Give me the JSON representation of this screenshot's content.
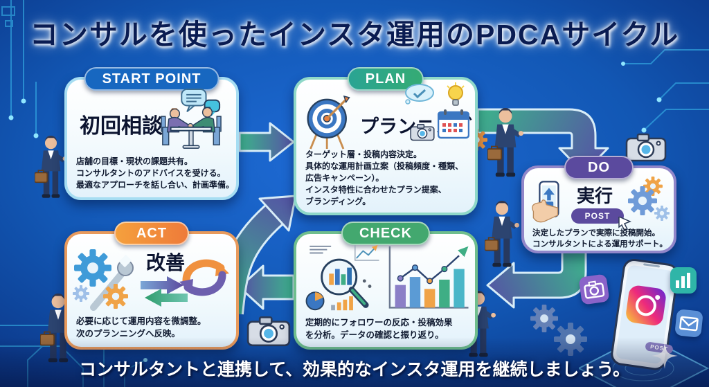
{
  "title": "コンサルを使ったインスタ運用のPDCAサイクル",
  "footer": "コンサルタントと連携して、効果的なインスタ運用を継続しましょう。",
  "boxes": {
    "start": {
      "badge": "START POINT",
      "title": "初回相談",
      "desc": "店舗の目標・現状の課題共有。\nコンサルタントのアドバイスを受ける。\n最適なアプローチを話し合い、計画準備。"
    },
    "plan": {
      "badge": "PLAN",
      "title": "プランニング",
      "desc": "ターゲット層・投稿内容決定。\n具体的な運用計画立案（投稿頻度・種類、\n広告キャンペーン）。\nインスタ特性に合わせたプラン提案、\nブランディング。"
    },
    "do": {
      "badge": "DO",
      "title": "実行",
      "post": "POST",
      "desc": "決定したプランで実際に投稿開始。\nコンサルタントによる運用サポート。"
    },
    "check": {
      "badge": "CHECK",
      "desc": "定期的にフォロワーの反応・投稿効果\nを分析。データの確認と振り返り。"
    },
    "act": {
      "badge": "ACT",
      "title": "改善",
      "desc": "必要に応じて運用内容を微調整。\n次のプランニングへ反映。"
    }
  },
  "phone": {
    "post": "POST"
  },
  "colors": {
    "background_center": "#1e6bd6",
    "background_edge": "#082a6e",
    "badge_start": "#1767c0",
    "badge_plan": "#2aa493",
    "badge_do": "#5b4a9e",
    "badge_check": "#43a86f",
    "badge_act": "#f08a3c",
    "arrow_green": "#3db38b",
    "arrow_purple": "#5553a5",
    "circuit": "#3fc8f5",
    "instagram_gradient": [
      "#f9ce34",
      "#ee2a7b",
      "#6228d7"
    ]
  },
  "icons": [
    "speech-bubbles",
    "consultation-people",
    "target-dart",
    "thought-cloud",
    "lightbulb",
    "calendar",
    "camera",
    "gear",
    "smartphone-upload",
    "post-cursor",
    "magnifier-bar-chart",
    "pie-chart",
    "line-chart",
    "growth-bar-chart",
    "wrench-gears",
    "exchange-arrows",
    "cycle-arrows",
    "instagram-logo",
    "camera-app",
    "chart-app",
    "mail-app",
    "business-person",
    "sparkle"
  ]
}
